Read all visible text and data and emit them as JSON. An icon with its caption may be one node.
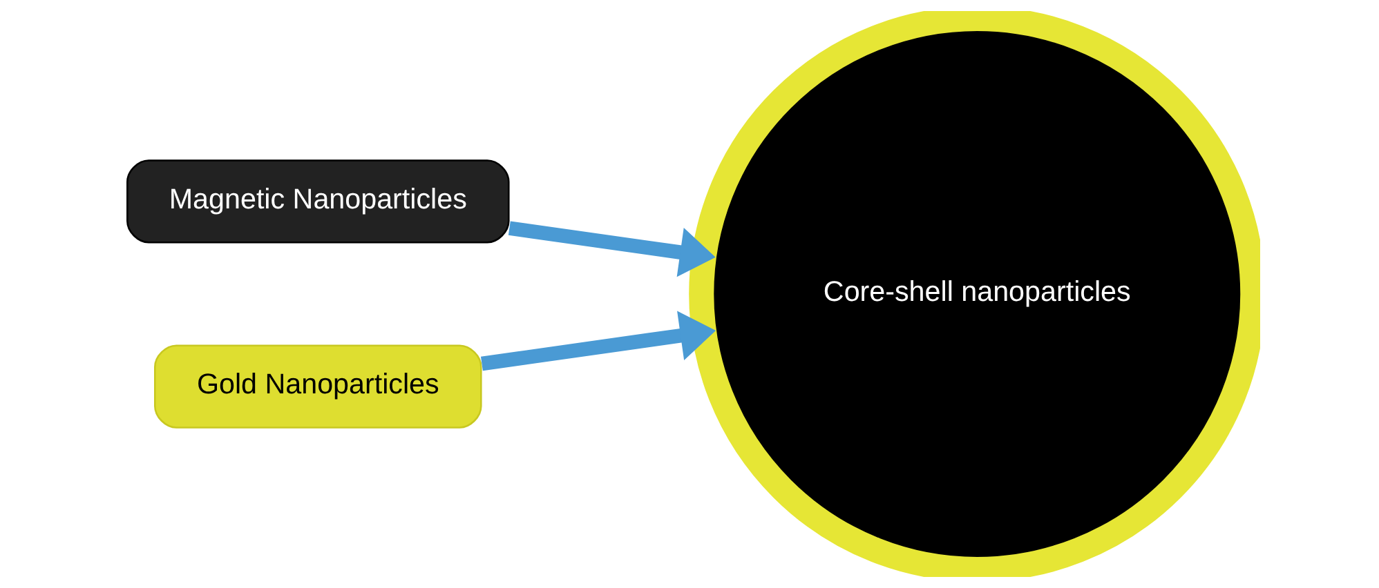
{
  "diagram": {
    "nodes": [
      {
        "text": [
          "Magnetic Nanoparticles"
        ]
      },
      {
        "text": [
          "Gold Nanoparticles"
        ]
      },
      {
        "text": [
          "Core-shell nanoparticles"
        ]
      }
    ],
    "edges": [
      {
        "from": 0,
        "to": 2,
        "arrow": "to"
      },
      {
        "from": 1,
        "to": 2,
        "arrow": "to"
      }
    ]
  }
}
